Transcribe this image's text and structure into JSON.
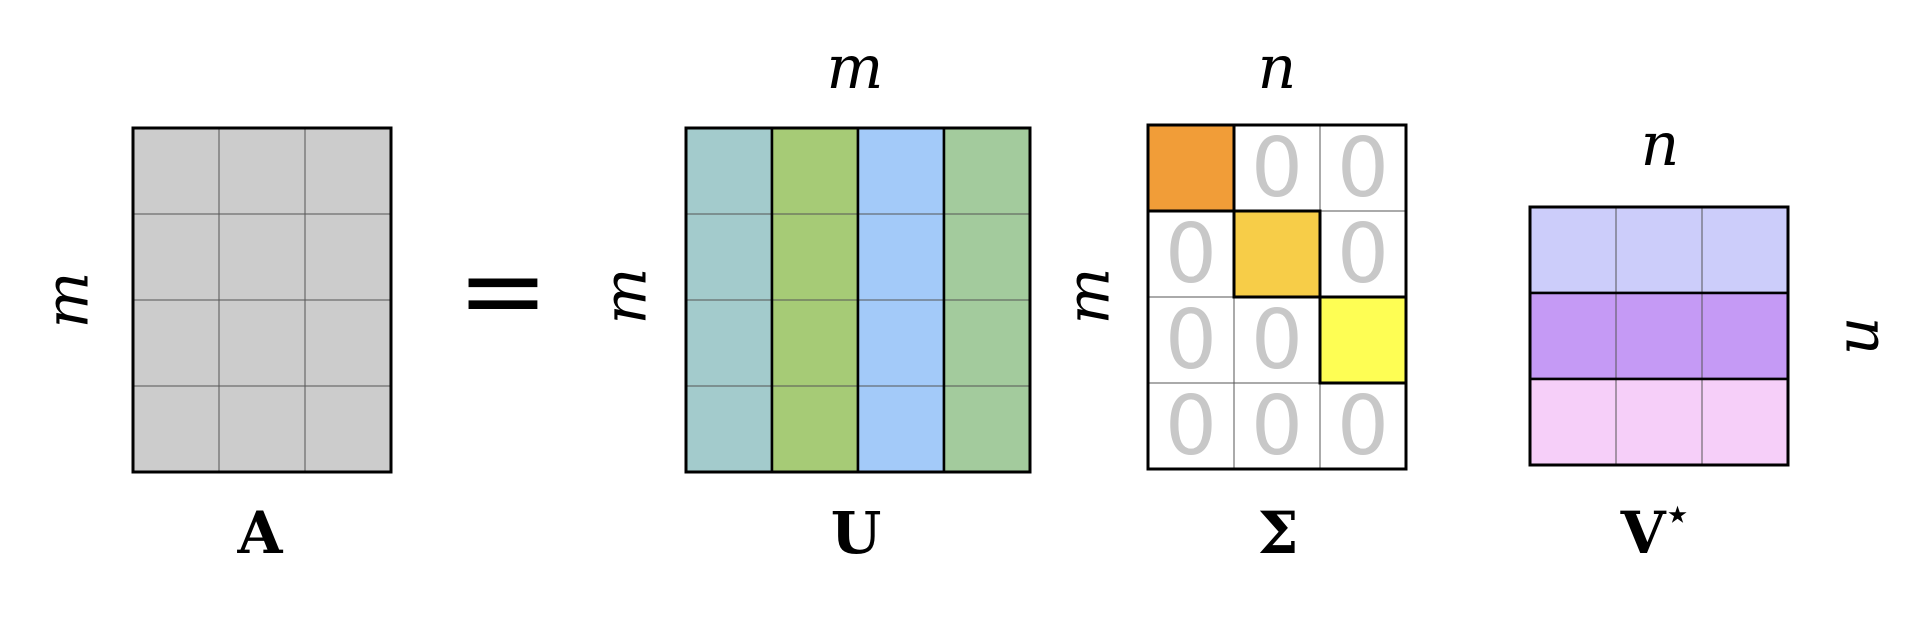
{
  "equation": {
    "equals_sign": "="
  },
  "matrix_a": {
    "name": "A",
    "rows_label": "m",
    "rows": 4,
    "cols": 3,
    "fill": "#cccccc"
  },
  "matrix_u": {
    "name": "U",
    "top_label": "m",
    "rows_label": "m",
    "rows": 4,
    "column_colors": [
      "#a3cbcc",
      "#a6cb76",
      "#a3caf9",
      "#a3cb9d"
    ]
  },
  "matrix_sigma": {
    "name": "Σ",
    "top_label": "n",
    "rows_label": "m",
    "rows": 4,
    "cols": 3,
    "zero_symbol": "0",
    "zero_color": "#c8c8c8",
    "diagonal_colors": [
      "#f19d38",
      "#f7cd48",
      "#fefe54"
    ]
  },
  "matrix_vstar": {
    "name": "V",
    "superscript": "⋆",
    "top_label": "n",
    "side_label": "n",
    "cols": 3,
    "row_colors": [
      "#cccdfa",
      "#c59af5",
      "#f6cff9"
    ]
  }
}
